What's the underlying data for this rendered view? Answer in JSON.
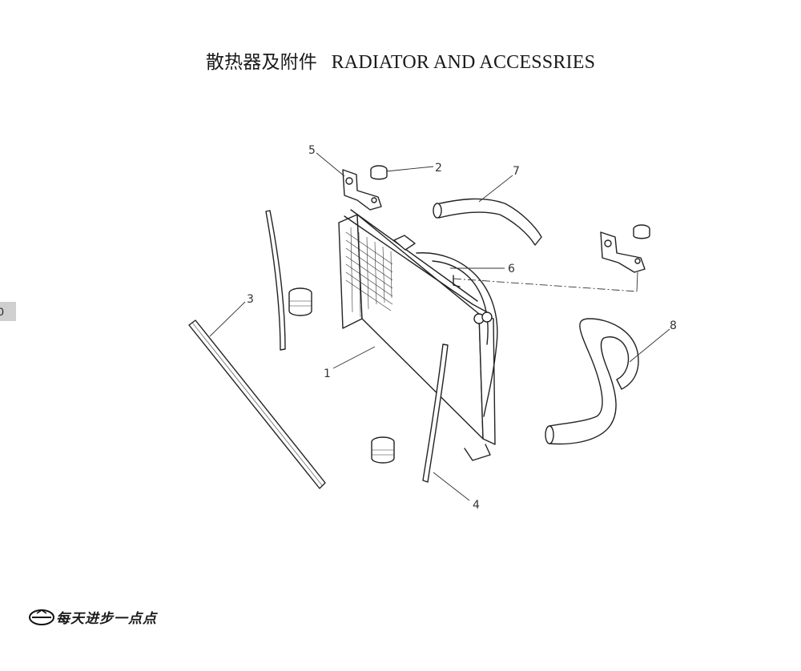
{
  "title": {
    "chinese": "散热器及附件",
    "english": "RADIATOR AND ACCESSRIES"
  },
  "side_tab": {
    "label": "0"
  },
  "callouts": {
    "c1": "1",
    "c2": "2",
    "c3": "3",
    "c4": "4",
    "c5": "5",
    "c6": "6",
    "c7": "7",
    "c8": "8"
  },
  "footer": {
    "slogan": "每天进步一点点",
    "logo_icon": "brand-emblem-icon"
  },
  "colors": {
    "line": "#222222",
    "side_tab": "#cfcfcf",
    "background": "#ffffff"
  }
}
